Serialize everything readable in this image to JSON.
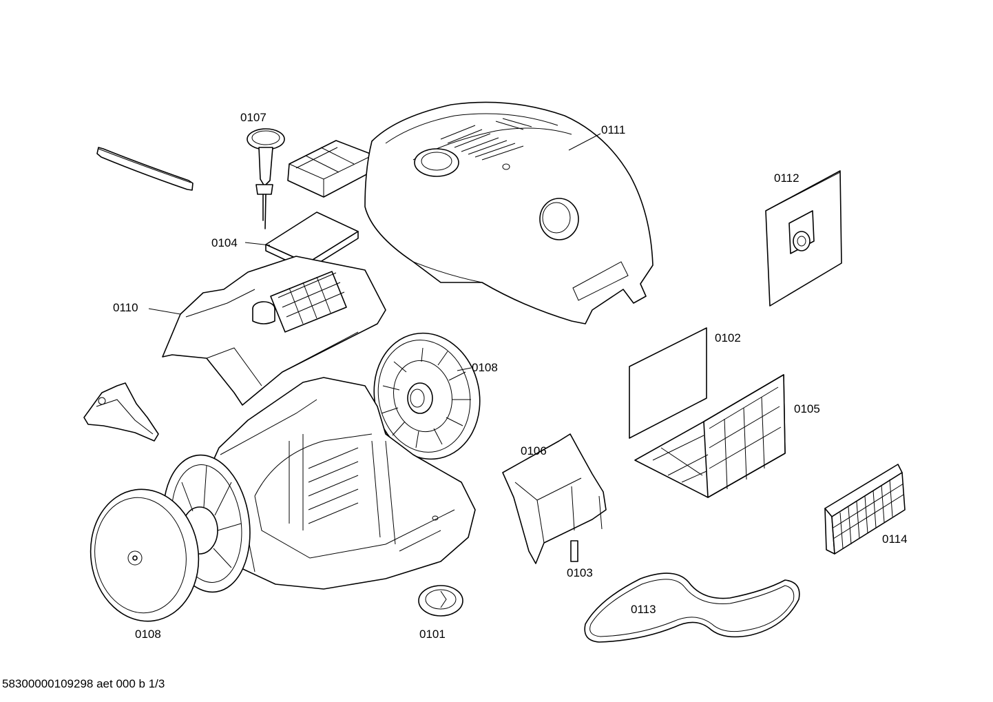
{
  "diagram": {
    "labels": {
      "p0107": "0107",
      "p0111": "0111",
      "p0112": "0112",
      "p0104": "0104",
      "p0110": "0110",
      "p0108_wheel_right": "0108",
      "p0102": "0102",
      "p0105": "0105",
      "p0106": "0106",
      "p0103": "0103",
      "p0114": "0114",
      "p0113": "0113",
      "p0108_wheel_left": "0108",
      "p0101": "0101"
    },
    "footer": "58300000109298 aet 000 b 1/3"
  }
}
